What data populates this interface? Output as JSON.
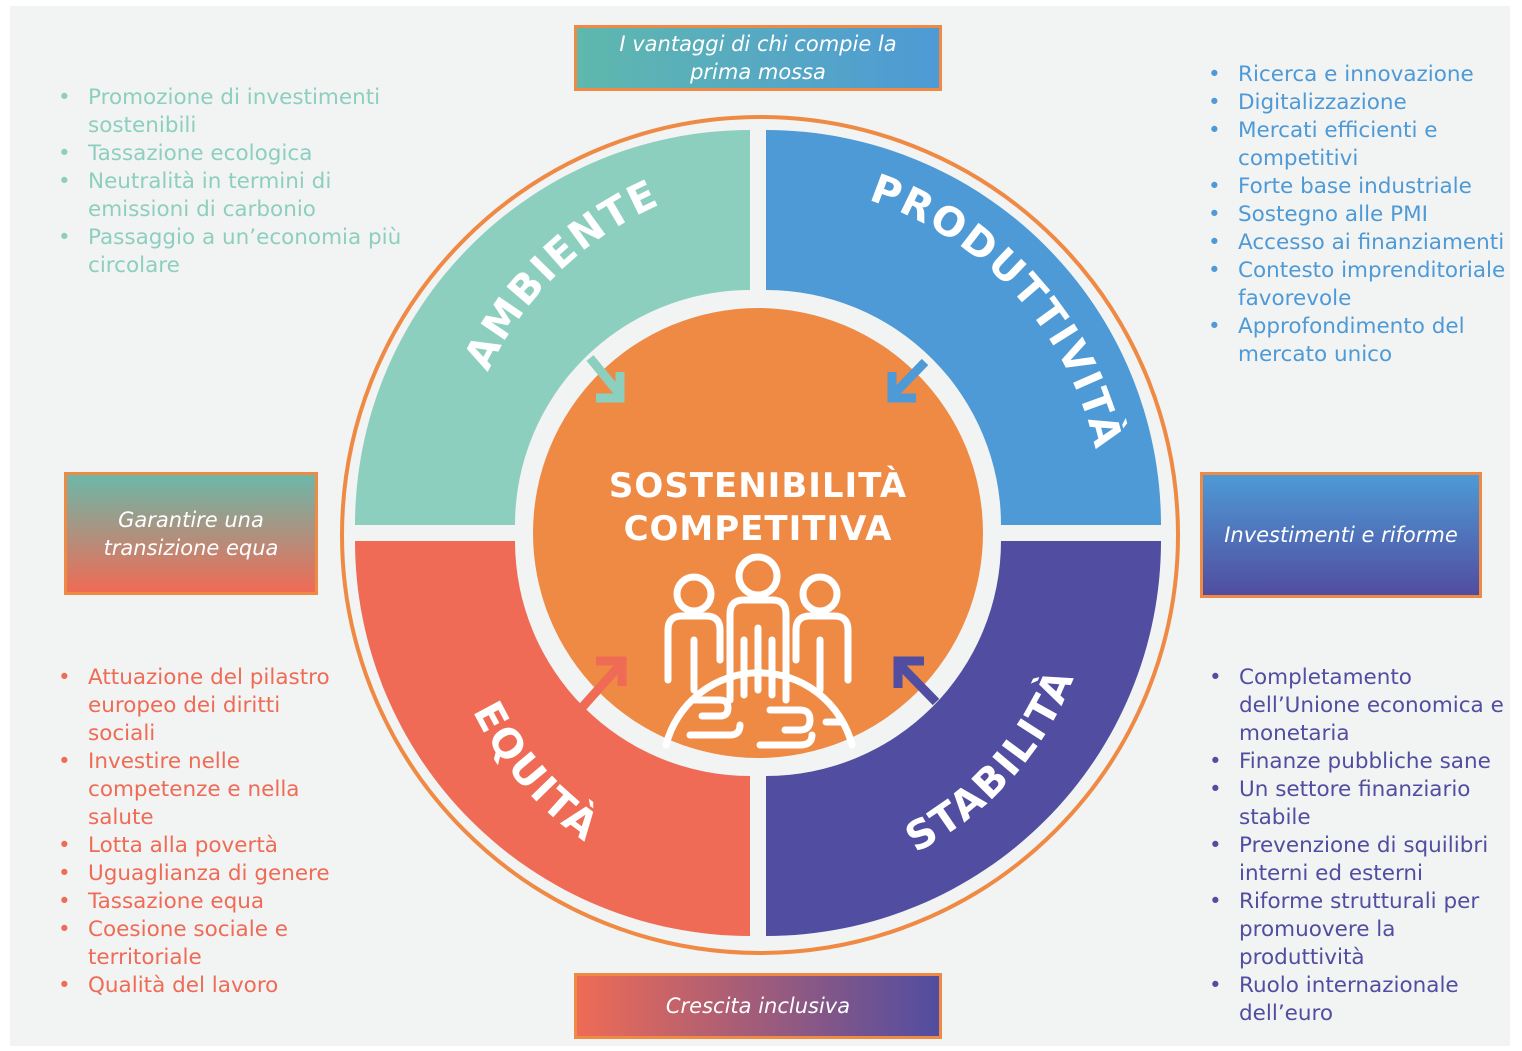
{
  "colors": {
    "ambiente": "#8dcfbf",
    "produttivita": "#4e9ad6",
    "equita": "#ef6b55",
    "stabilita": "#514da0",
    "center": "#ef8a45",
    "ring": "#ef8a45",
    "background": "#f2f3f3"
  },
  "center": {
    "line1": "SOSTENIBILITÀ",
    "line2": "COMPETITIVA",
    "icon": "people-on-globe-icon"
  },
  "segments": {
    "ambiente": "AMBIENTE",
    "produttivita": "PRODUTTIVITÀ",
    "equita": "EQUITÀ",
    "stabilita": "STABILITÀ"
  },
  "boxes": {
    "top": "I vantaggi di chi compie la prima mossa",
    "left": "Garantire una transizione equa",
    "right": "Investimenti e riforme",
    "bottom": "Crescita inclusiva"
  },
  "lists": {
    "ambiente": [
      "Promozione di investimenti sostenibili",
      "Tassazione ecologica",
      "Neutralità in termini di emissioni di carbonio",
      "Passaggio a un’economia più circolare"
    ],
    "produttivita": [
      "Ricerca e innovazione",
      "Digitalizzazione",
      "Mercati efficienti e competitivi",
      "Forte base industriale",
      "Sostegno alle PMI",
      "Accesso ai finanziamenti",
      "Contesto imprenditoriale favorevole",
      "Approfondimento del mercato unico"
    ],
    "equita": [
      "Attuazione del pilastro europeo dei diritti sociali",
      "Investire nelle competenze e nella salute",
      "Lotta alla povertà",
      "Uguaglianza di genere",
      "Tassazione equa",
      "Coesione sociale e territoriale",
      "Qualità del lavoro"
    ],
    "stabilita": [
      "Completamento dell’Unione economica e monetaria",
      "Finanze pubbliche sane",
      "Un settore finanziario stabile",
      "Prevenzione di squilibri interni ed esterni",
      "Riforme strutturali per promuovere la produttività",
      "Ruolo internazionale dell’euro"
    ]
  }
}
